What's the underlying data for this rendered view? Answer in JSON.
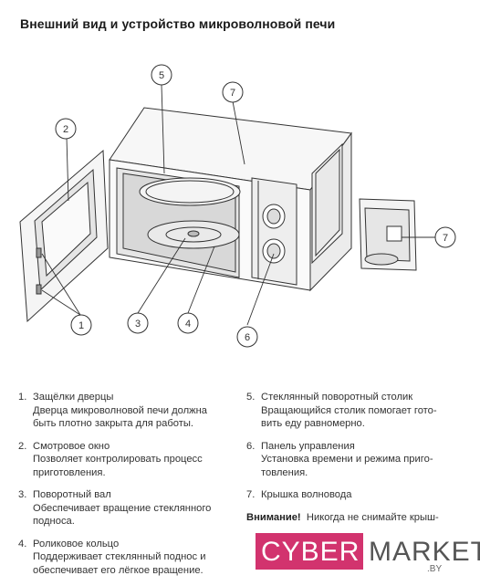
{
  "title": "Внешний вид и устройство микроволновой печи",
  "callouts": [
    "1",
    "2",
    "3",
    "4",
    "5",
    "6",
    "7",
    "7"
  ],
  "legend": {
    "items": [
      {
        "num": "1.",
        "name": "Защёлки дверцы",
        "desc": [
          "Дверца микроволновой печи должна",
          "быть плотно закрыта для работы."
        ]
      },
      {
        "num": "2.",
        "name": "Смотровое окно",
        "desc": [
          "Позволяет контролировать процесс",
          "приготовления."
        ]
      },
      {
        "num": "3.",
        "name": "Поворотный вал",
        "desc": [
          "Обеспечивает вращение стеклянного",
          "подноса."
        ]
      },
      {
        "num": "4.",
        "name": "Роликовое кольцо",
        "desc": [
          "Поддерживает стеклянный поднос и",
          "обеспечивает его лёгкое вращение."
        ]
      },
      {
        "num": "5.",
        "name": "Стеклянный поворотный столик",
        "desc": [
          "Вращающийся столик помогает гото-",
          "вить еду равномерно."
        ]
      },
      {
        "num": "6.",
        "name": "Панель управления",
        "desc": [
          "Установка времени и режима приго-",
          "товления."
        ]
      },
      {
        "num": "7.",
        "name": "Крышка волновода",
        "desc": []
      }
    ],
    "warning_label": "Внимание!",
    "warning_text": "Никогда не снимайте крыш-"
  },
  "watermark": {
    "part1": "CYBER",
    "part2": "MARKET",
    "suffix": ".BY",
    "brand_color": "#d2336e"
  }
}
